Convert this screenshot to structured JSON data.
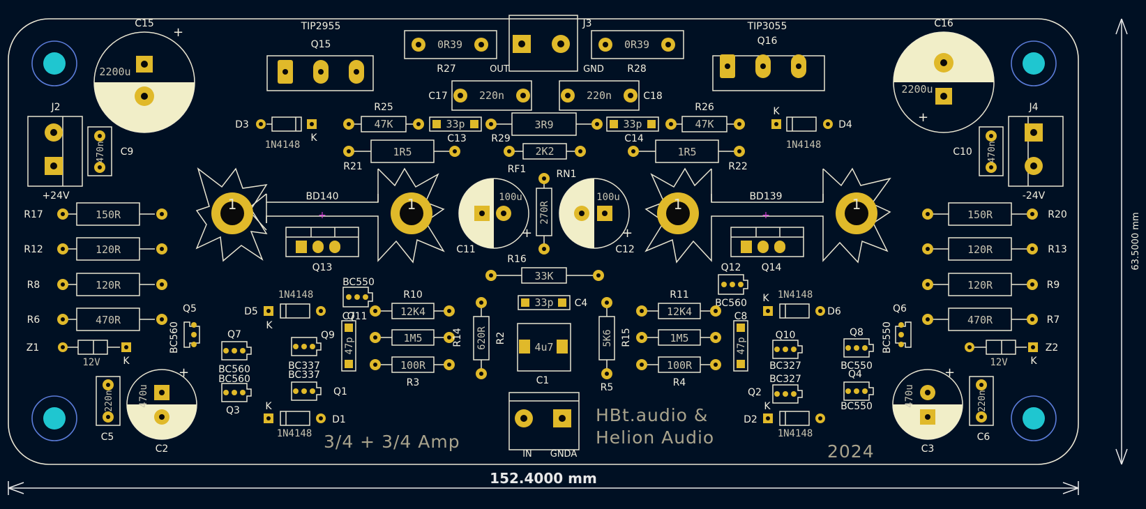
{
  "board": {
    "dim_h": "152.4000 mm",
    "dim_v": "63.5000 mm",
    "text_amp": "3/4 + 3/4 Amp",
    "text_brand1": "HBt.audio &",
    "text_brand2": "Helion Audio",
    "text_year": "2024",
    "colors": {
      "background": "#001023",
      "pad": "#e0b92a",
      "mount_hole": "#1fc6d0",
      "silk": "#eae6d4"
    }
  },
  "labels": {
    "tip2955": "TIP2955",
    "q15": "Q15",
    "tip3055": "TIP3055",
    "q16": "Q16",
    "c15": "C15",
    "c15v": "2200u",
    "c16": "C16",
    "c16v": "2200u",
    "j3": "J3",
    "out": "OUT",
    "gnd": "GND",
    "r27": "R27",
    "r27v": "0R39",
    "r28": "R28",
    "r28v": "0R39",
    "c17": "C17",
    "c17v": "220n",
    "c18": "C18",
    "c18v": "220n",
    "j2": "J2",
    "p24": "+24V",
    "c9": "C9",
    "c9v": "470n",
    "j4": "J4",
    "n24": "-24V",
    "c10": "C10",
    "c10v": "470n",
    "d3": "D3",
    "d3v": "1N4148",
    "k": "K",
    "d4": "D4",
    "d4v": "1N4148",
    "r25": "R25",
    "r25v": "47K",
    "r26": "R26",
    "r26v": "47K",
    "c13": "C13",
    "c13v": "33p",
    "c14": "C14",
    "c14v": "33p",
    "r29": "R29",
    "r29v": "3R9",
    "r21": "R21",
    "r21v": "1R5",
    "r22": "R22",
    "r22v": "1R5",
    "rf1": "RF1",
    "rf1v": "2K2",
    "rn1": "RN1",
    "rn1v": "270R",
    "bd140": "BD140",
    "bd139": "BD139",
    "q13": "Q13",
    "q14": "Q14",
    "one": "1",
    "c11": "C11",
    "c11v": "100u",
    "c12": "C12",
    "c12v": "100u",
    "r17": "R17",
    "r17v": "150R",
    "r12": "R12",
    "r12v": "120R",
    "r8": "R8",
    "r8v": "120R",
    "r6": "R6",
    "r6v": "470R",
    "r20": "R20",
    "r20v": "150R",
    "r13": "R13",
    "r13v": "120R",
    "r9": "R9",
    "r9v": "120R",
    "r7": "R7",
    "r7v": "470R",
    "r16": "R16",
    "r16v": "33K",
    "q11": "Q11",
    "q11v": "BC550",
    "q12": "Q12",
    "q12v": "BC560",
    "c4": "C4",
    "c4v": "33p",
    "d5": "D5",
    "d5v": "1N4148",
    "d6": "D6",
    "d6v": "1N4148",
    "r10": "R10",
    "r10v": "12K4",
    "r11": "R11",
    "r11v": "12K4",
    "c7": "C7",
    "c7v": "47p",
    "c8": "C8",
    "c8v": "47p",
    "q5": "Q5",
    "q5v": "BC560",
    "q6": "Q6",
    "q6v": "BC550",
    "q7": "Q7",
    "q7v": "BC560",
    "q9": "Q9",
    "q9v": "BC337",
    "q10": "Q10",
    "q10v": "BC327",
    "q8": "Q8",
    "q8v": "BC550",
    "r14": "R14",
    "r14v": "1M5",
    "r15": "R15",
    "r15v": "1M5",
    "r2": "R2",
    "r2v": "620R",
    "r5": "R5",
    "r5v": "5K6",
    "c1": "C1",
    "c1v": "4u7",
    "z1": "Z1",
    "z1v": "12V",
    "z2": "Z2",
    "z2v": "12V",
    "r3": "R3",
    "r3v": "100R",
    "r4": "R4",
    "r4v": "100R",
    "q3": "Q3",
    "q3v": "BC560",
    "q1": "Q1",
    "q1v": "BC337",
    "q2": "Q2",
    "q2v": "BC327",
    "q4": "Q4",
    "q4v": "BC550",
    "c5": "C5",
    "c5v": "220n",
    "c6": "C6",
    "c6v": "220n",
    "c2": "C2",
    "c2v": "470u",
    "c3": "C3",
    "c3v": "470u",
    "d1": "D1",
    "d1v": "1N4148",
    "d2": "D2",
    "d2v": "1N4148",
    "in": "IN",
    "gnda": "GNDA"
  }
}
